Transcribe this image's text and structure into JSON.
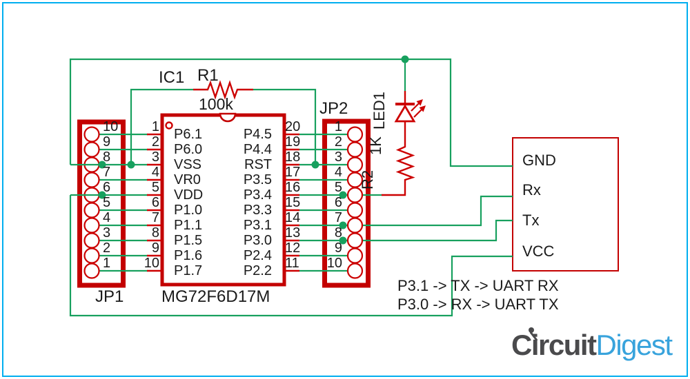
{
  "ic": {
    "ref": "IC1",
    "part": "MG72F6D17M",
    "left_pins": [
      {
        "num": "1",
        "label": "P6.1"
      },
      {
        "num": "2",
        "label": "P6.0"
      },
      {
        "num": "3",
        "label": "VSS"
      },
      {
        "num": "4",
        "label": "VR0"
      },
      {
        "num": "5",
        "label": "VDD"
      },
      {
        "num": "6",
        "label": "P1.0"
      },
      {
        "num": "7",
        "label": "P1.1"
      },
      {
        "num": "8",
        "label": "P1.5"
      },
      {
        "num": "9",
        "label": "P1.6"
      },
      {
        "num": "10",
        "label": "P1.7"
      }
    ],
    "right_pins": [
      {
        "num": "20",
        "label": "P4.5"
      },
      {
        "num": "19",
        "label": "P4.4"
      },
      {
        "num": "18",
        "label": "RST"
      },
      {
        "num": "17",
        "label": "P3.5"
      },
      {
        "num": "16",
        "label": "P3.4"
      },
      {
        "num": "15",
        "label": "P3.3"
      },
      {
        "num": "14",
        "label": "P3.1"
      },
      {
        "num": "13",
        "label": "P3.0"
      },
      {
        "num": "12",
        "label": "P2.4"
      },
      {
        "num": "11",
        "label": "P2.2"
      }
    ]
  },
  "r1": {
    "ref": "R1",
    "value": "100k"
  },
  "r2": {
    "ref": "R2",
    "value": "1K"
  },
  "led1": {
    "ref": "LED1"
  },
  "jp1": {
    "label": "JP1",
    "pins": [
      "10",
      "9",
      "8",
      "7",
      "6",
      "5",
      "4",
      "3",
      "2",
      "1"
    ]
  },
  "jp2": {
    "label": "JP2",
    "pins": [
      "1",
      "2",
      "3",
      "4",
      "5",
      "6",
      "7",
      "8",
      "9",
      "10"
    ]
  },
  "uart": {
    "pins": [
      "GND",
      "Rx",
      "Tx",
      "VCC"
    ]
  },
  "notes": [
    "P3.1 -> TX -> UART RX",
    "P3.0 -> RX -> UART TX"
  ],
  "logo": {
    "part1": "Circuit",
    "part2": "Digest"
  },
  "colors": {
    "wire": "#17a05e",
    "component": "#cc0000",
    "frame": "#00aeef",
    "logo_gray": "#4a4a4c",
    "logo_blue": "#38a3dc"
  }
}
